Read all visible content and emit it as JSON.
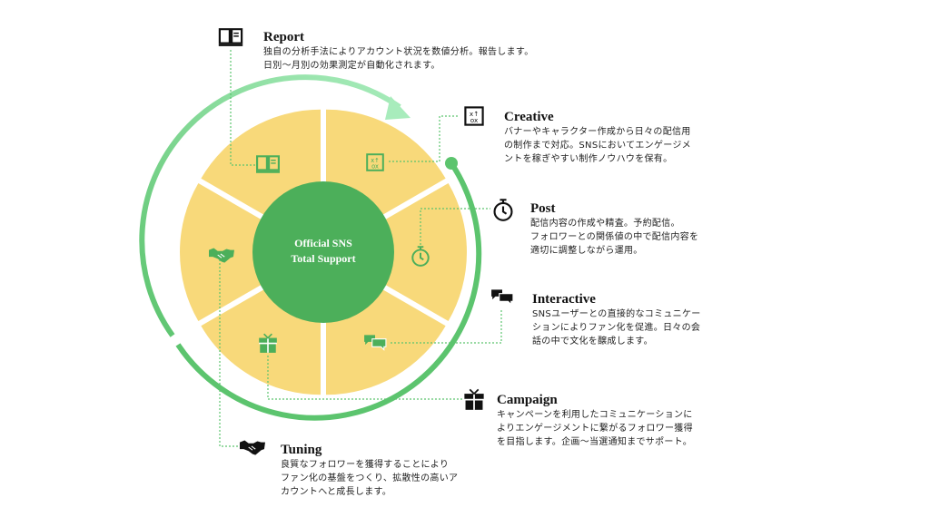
{
  "center": {
    "line1": "Official SNS",
    "line2": "Total Support"
  },
  "colors": {
    "segment": "#f8d97a",
    "center": "#4caf5a",
    "ring_dark": "#5cc46e",
    "ring_light": "#9ee6b0",
    "connector": "#5cc46e"
  },
  "items": [
    {
      "icon": "book-icon",
      "title": "Report",
      "text": "独自の分析手法によりアカウント状況を数値分析。報告します。\n日別〜月別の効果測定が自動化されます。"
    },
    {
      "icon": "strategy-board-icon",
      "title": "Creative",
      "text": "バナーやキャラクター作成から日々の配信用\nの制作まで対応。SNSにおいてエンゲージメ\nントを稼ぎやすい制作ノウハウを保有。"
    },
    {
      "icon": "stopwatch-icon",
      "title": "Post",
      "text": "配信内容の作成や精査。予約配信。\nフォロワーとの関係値の中で配信内容を\n適切に調整しながら運用。"
    },
    {
      "icon": "chat-bubbles-icon",
      "title": "Interactive",
      "text": "SNSユーザーとの直接的なコミュニケー\nションによりファン化を促進。日々の会\n話の中で文化を醸成します。"
    },
    {
      "icon": "gift-icon",
      "title": "Campaign",
      "text": "キャンペーンを利用したコミュニケーションに\nよりエンゲージメントに繋がるフォロワー獲得\nを目指します。企画〜当選通知までサポート。"
    },
    {
      "icon": "handshake-icon",
      "title": "Tuning",
      "text": "良質なフォロワーを獲得することにより\nファン化の基盤をつくり、拡散性の高いア\nカウントへと成長します。"
    }
  ]
}
